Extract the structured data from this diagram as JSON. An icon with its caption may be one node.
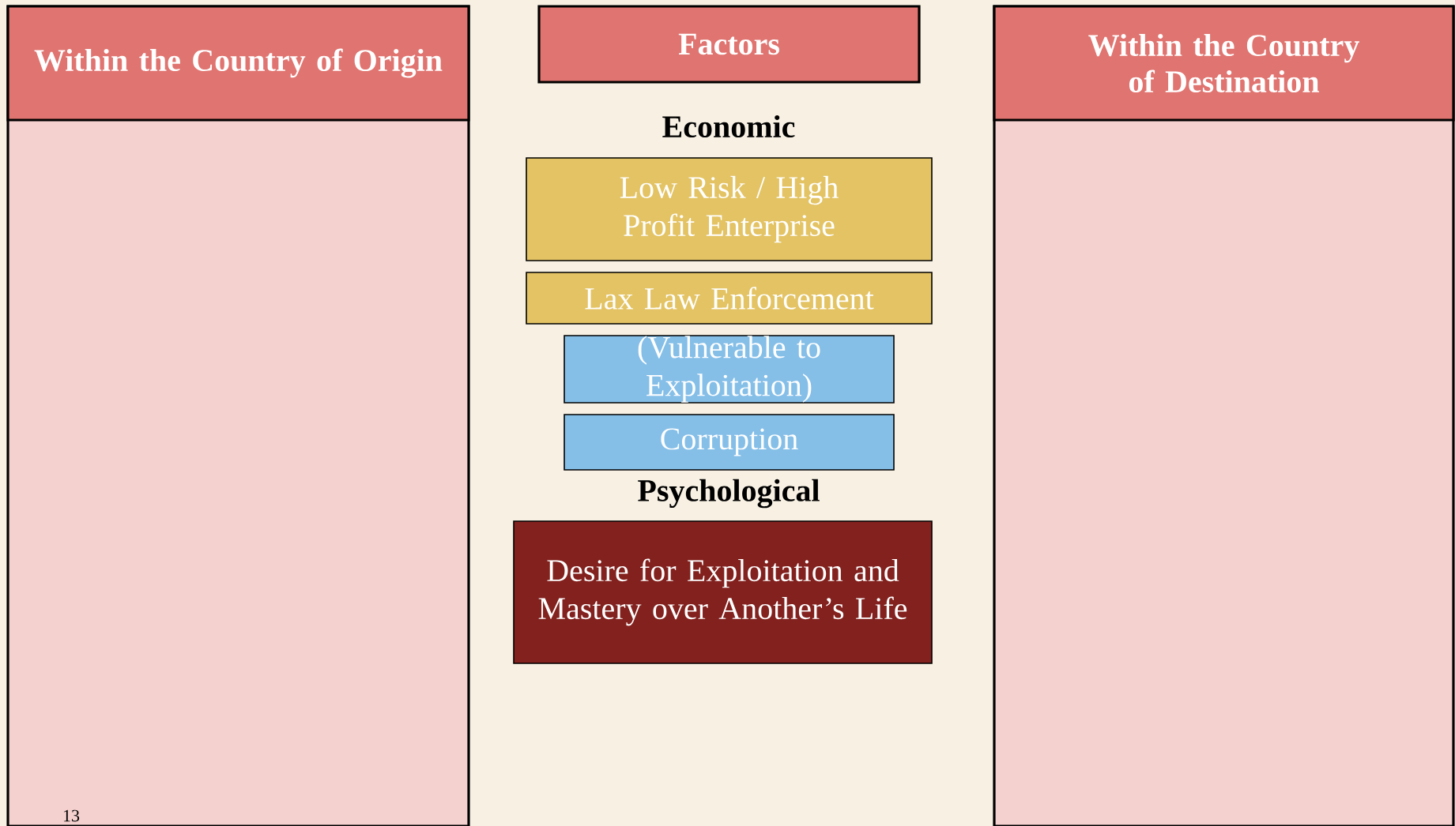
{
  "diagram": {
    "nodes": [
      {
        "text": [
          "Within the Country of Origin"
        ]
      },
      {
        "text": [
          "Factors"
        ]
      },
      {
        "text": [
          "Within the Country of Destination"
        ]
      },
      {
        "text": [
          "Low Risk / High Profit Enterprise"
        ]
      },
      {
        "text": [
          "Lax Law Enforcement"
        ]
      },
      {
        "text": [
          "(Vulnerable to Exploitation)"
        ]
      },
      {
        "text": [
          "Corruption"
        ]
      },
      {
        "text": [
          "Desire for Exploitation and Mastery over Another’s Life"
        ]
      }
    ],
    "labels": [
      "Economic",
      "Psychological",
      "13"
    ]
  }
}
